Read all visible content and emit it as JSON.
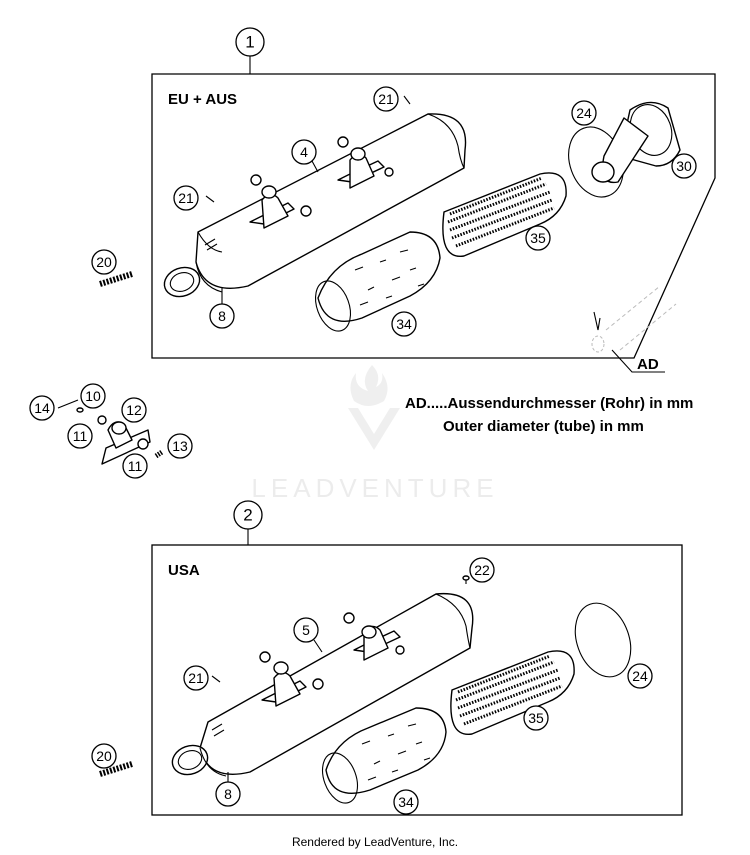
{
  "groups": [
    {
      "number": "1",
      "region": "EU + AUS"
    },
    {
      "number": "2",
      "region": "USA"
    }
  ],
  "callouts_top": {
    "muffler": "4",
    "end_cap": "8",
    "spring": "20",
    "screw": "21",
    "gasket": "24",
    "tailpipe": "30",
    "insulation_outer": "34",
    "insulation_inner": "35"
  },
  "callouts_bottom": {
    "muffler": "5",
    "end_cap": "8",
    "spring": "20",
    "screw": "21",
    "screw_top": "22",
    "gasket": "24",
    "insulation_outer": "34",
    "insulation_inner": "35"
  },
  "callouts_bracket": {
    "washer_small": "10",
    "washer_a": "11",
    "washer_b": "11",
    "bracket": "12",
    "nut": "13",
    "bolt": "14"
  },
  "dimension": {
    "label": "AD",
    "legend_line1": "AD.....Aussendurchmesser (Rohr) in mm",
    "legend_line2": "Outer diameter (tube) in mm"
  },
  "watermark": "LEADVENTURE",
  "footer": "Rendered by LeadVenture, Inc."
}
